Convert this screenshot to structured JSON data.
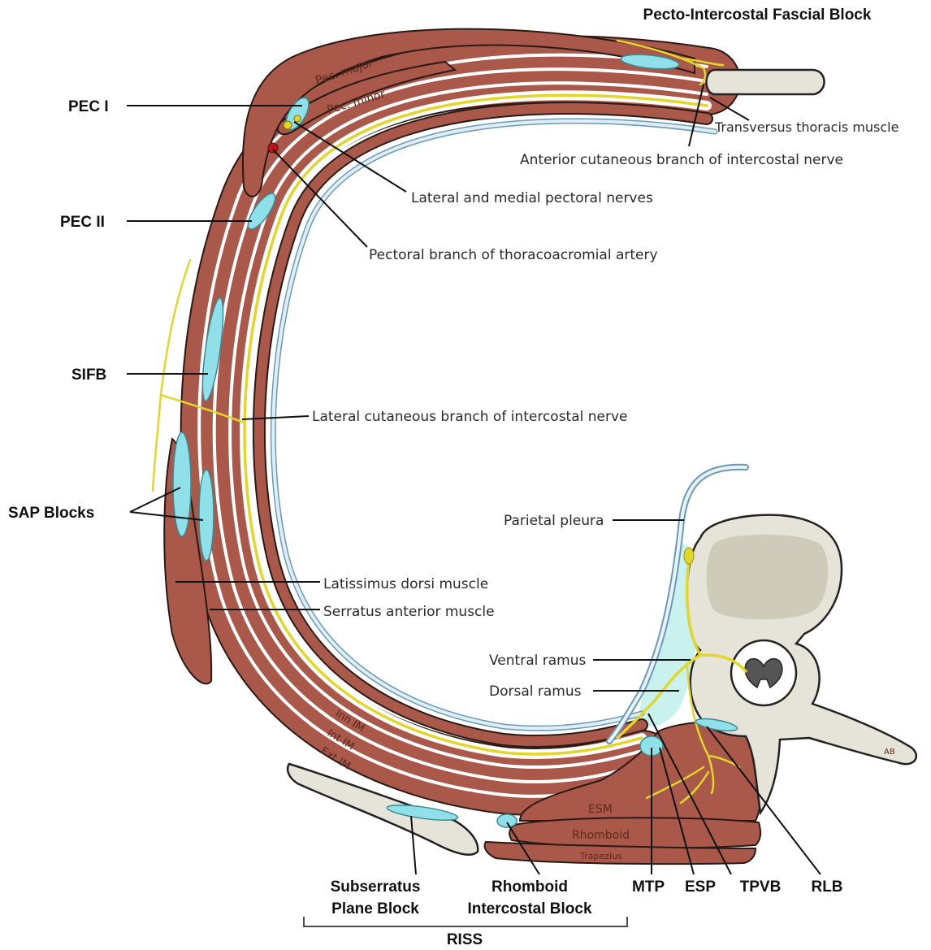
{
  "title": "Pecto-Intercostal Fascial Block",
  "block_labels": {
    "pec1": "PEC I",
    "pec2": "PEC II",
    "sifb": "SIFB",
    "sap": "SAP Blocks",
    "subserratus_1": "Subserratus",
    "subserratus_2": "Plane Block",
    "rhomboid_1": "Rhomboid",
    "rhomboid_2": "Intercostal Block",
    "mtp": "MTP",
    "esp": "ESP",
    "tpvb": "TPVB",
    "rlb": "RLB",
    "riss": "RISS"
  },
  "anatomy_labels": {
    "transversus": "Transversus thoracis muscle",
    "anterior_cutaneous": "Anterior cutaneous branch of intercostal nerve",
    "pectoral_nerves": "Lateral and medial pectoral nerves",
    "pectoral_artery": "Pectoral branch of thoracoacromial artery",
    "lateral_cutaneous": "Lateral cutaneous branch of intercostal nerve",
    "parietal_pleura": "Parietal pleura",
    "latissimus": "Latissimus dorsi muscle",
    "serratus": "Serratus anterior muscle",
    "ventral_ramus": "Ventral ramus",
    "dorsal_ramus": "Dorsal ramus"
  },
  "muscle_labels": {
    "pec_major": "Pec. major",
    "pec_minor": "Pec. minor",
    "inn_im": "Inn IM",
    "int_im": "Int IM",
    "ext_im": "Ext IM",
    "esm": "ESM",
    "rhomboid": "Rhomboid",
    "trapezius": "Trapezius",
    "ab": "AB"
  },
  "colors": {
    "muscle": "#a9584a",
    "fluid": "#8fe0e8",
    "nerve": "#e2d62a",
    "bone": "#e6e3d8",
    "pleura": "#9cc4dc",
    "artery": "#c0141a"
  }
}
